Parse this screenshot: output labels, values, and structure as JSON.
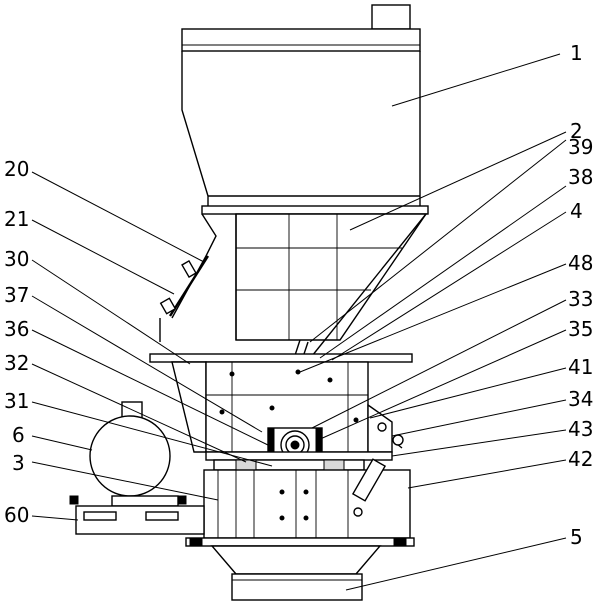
{
  "labels": {
    "l1": "1",
    "l2": "2",
    "l39": "39",
    "l38": "38",
    "l4": "4",
    "l48": "48",
    "l33": "33",
    "l35": "35",
    "l41": "41",
    "l34": "34",
    "l43": "43",
    "l42": "42",
    "l5": "5",
    "l20": "20",
    "l21": "21",
    "l30": "30",
    "l37": "37",
    "l36": "36",
    "l32": "32",
    "l31": "31",
    "l6": "6",
    "l3": "3",
    "l60": "60"
  }
}
